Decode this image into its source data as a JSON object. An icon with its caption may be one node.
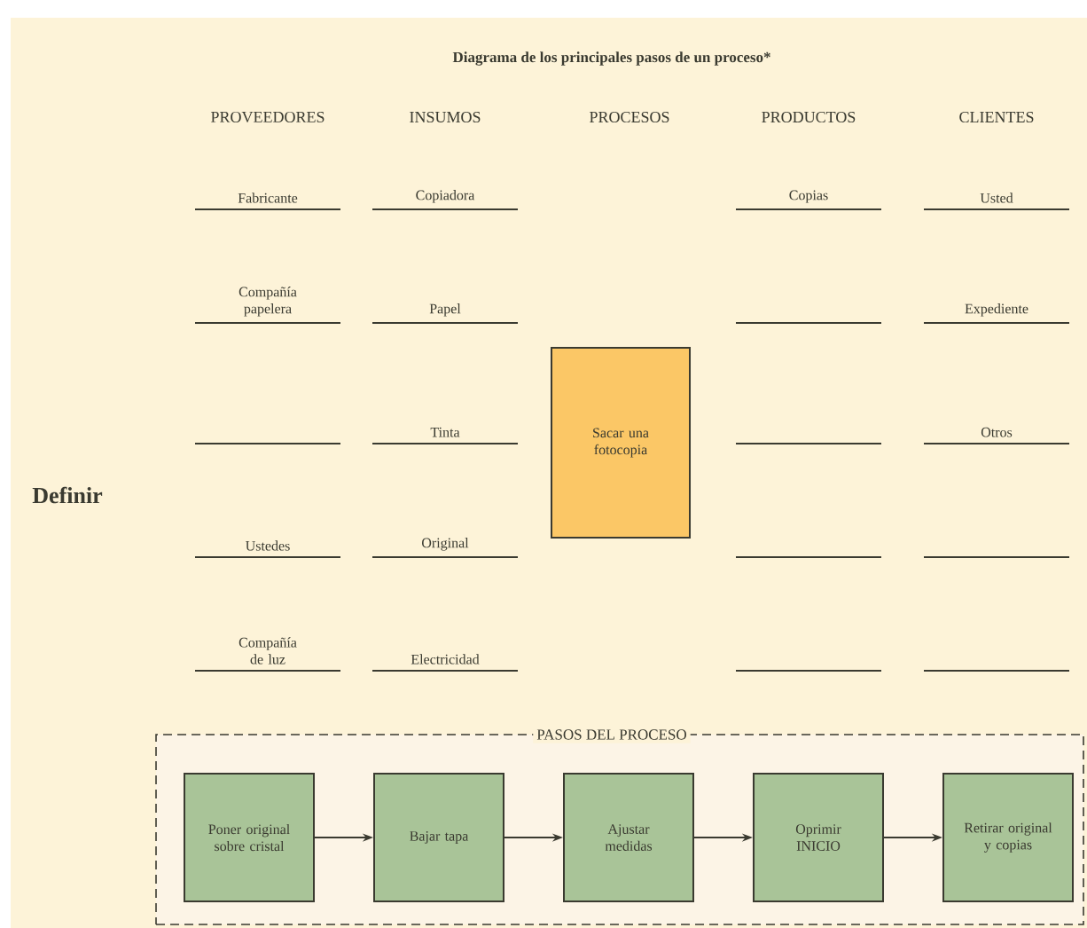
{
  "diagram": {
    "title": "Diagrama de los principales pasos de un proceso*",
    "nodes": [
      {
        "text": [
          "Sacar una fotocopia"
        ]
      },
      {
        "text": [
          "PASOS DEL PROCESO"
        ]
      },
      {
        "text": [
          "Poner original sobre cristal"
        ],
        "in": 1
      },
      {
        "text": [
          "Bajar tapa"
        ],
        "in": 1
      },
      {
        "text": [
          "Ajustar medidas"
        ],
        "in": 1
      },
      {
        "text": [
          "Oprimir INICIO"
        ],
        "in": 1
      },
      {
        "text": [
          "Retirar original y copias"
        ],
        "in": 1
      }
    ],
    "edges": [
      {
        "from": 2,
        "to": 3,
        "arrow": "to"
      },
      {
        "from": 3,
        "to": 4,
        "arrow": "to"
      },
      {
        "from": 4,
        "to": 5,
        "arrow": "to"
      },
      {
        "from": 5,
        "to": 6,
        "arrow": "to"
      }
    ],
    "labels": [
      "PROVEEDORES",
      "INSUMOS",
      "PROCESOS",
      "PRODUCTOS",
      "CLIENTES",
      "Fabricante",
      "Copiadora",
      "Copias",
      "Usted",
      "Compañía papelera",
      "Papel",
      "Expediente",
      "Tinta",
      "Otros",
      "Definir",
      "Ustedes",
      "Original",
      "Compañía de luz",
      "Electricidad"
    ]
  }
}
